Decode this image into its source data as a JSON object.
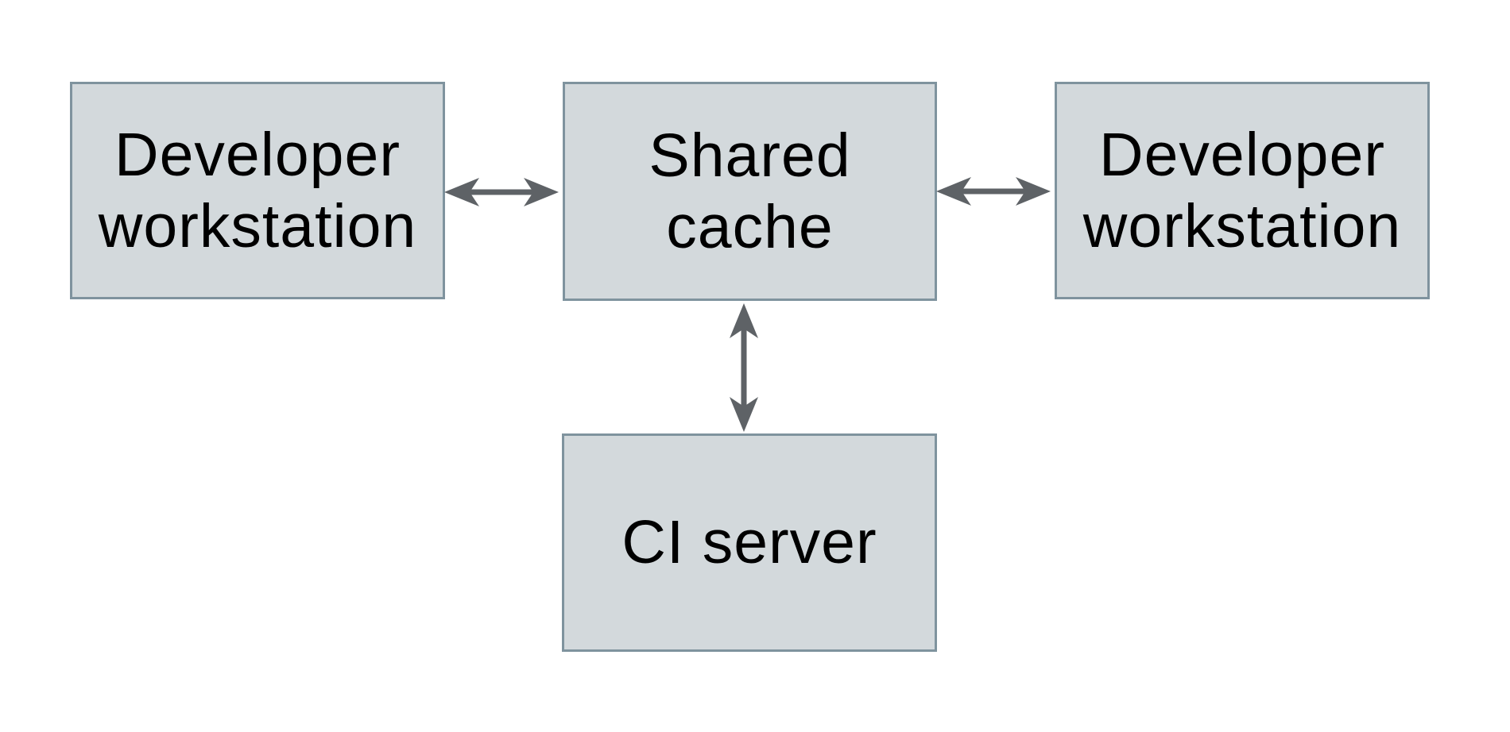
{
  "diagram": {
    "nodes": [
      {
        "id": "developer-workstation-left",
        "label": "Developer workstation"
      },
      {
        "id": "shared-cache",
        "label": "Shared cache"
      },
      {
        "id": "developer-workstation-right",
        "label": "Developer workstation"
      },
      {
        "id": "ci-server",
        "label": "CI server"
      }
    ],
    "edges": [
      {
        "from": "developer-workstation-left",
        "to": "shared-cache",
        "type": "bidirectional"
      },
      {
        "from": "shared-cache",
        "to": "developer-workstation-right",
        "type": "bidirectional"
      },
      {
        "from": "shared-cache",
        "to": "ci-server",
        "type": "bidirectional"
      }
    ],
    "colors": {
      "node_fill": "#d3d9dc",
      "node_border": "#7f939e",
      "arrow": "#5e6266",
      "text": "#000000",
      "background": "#ffffff"
    }
  }
}
